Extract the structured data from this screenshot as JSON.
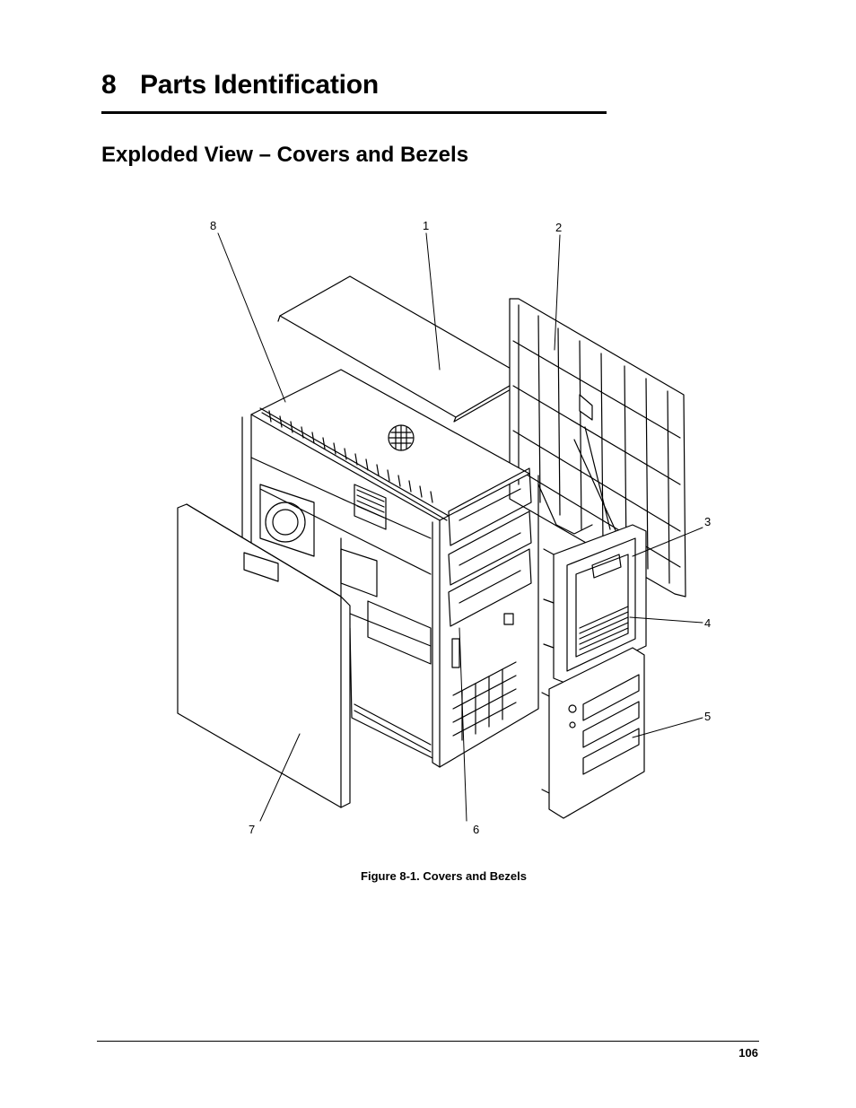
{
  "chapter": {
    "number": "8",
    "title": "Parts Identification"
  },
  "section": {
    "title": "Exploded View – Covers and Bezels"
  },
  "figure": {
    "callouts": [
      "8",
      "1",
      "2",
      "3",
      "4",
      "5",
      "6",
      "7"
    ],
    "caption": "Figure 8-1.  Covers and Bezels"
  },
  "footer": {
    "page_number": "106"
  }
}
